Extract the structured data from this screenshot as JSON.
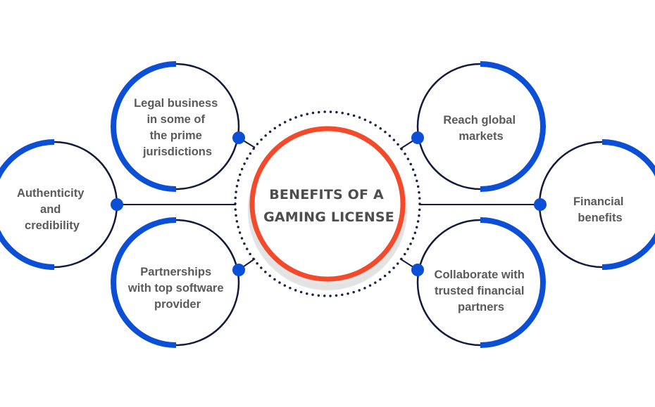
{
  "center": {
    "lines": [
      "BENEFITS OF A",
      "GAMING LICENSE"
    ]
  },
  "benefits": [
    {
      "id": "legal-business",
      "lines": [
        "Legal business",
        "in some of",
        "the prime",
        "jurisdictions"
      ]
    },
    {
      "id": "authenticity",
      "lines": [
        "Authenticity",
        "and",
        "credibility"
      ]
    },
    {
      "id": "partnerships",
      "lines": [
        "Partnerships",
        "with top software",
        "provider"
      ]
    },
    {
      "id": "reach-global",
      "lines": [
        "Reach global",
        "markets"
      ]
    },
    {
      "id": "financial-benefits",
      "lines": [
        "Financial",
        "benefits"
      ]
    },
    {
      "id": "collaborate",
      "lines": [
        "Collaborate with",
        "trusted financial",
        "partners"
      ]
    }
  ],
  "colors": {
    "blue": "#0b4fd6",
    "navy": "#141a3b",
    "orange": "#f24a2b",
    "shadow": "#e3e3e3",
    "dots": "#1b2047",
    "text": "#5a5a5a"
  }
}
